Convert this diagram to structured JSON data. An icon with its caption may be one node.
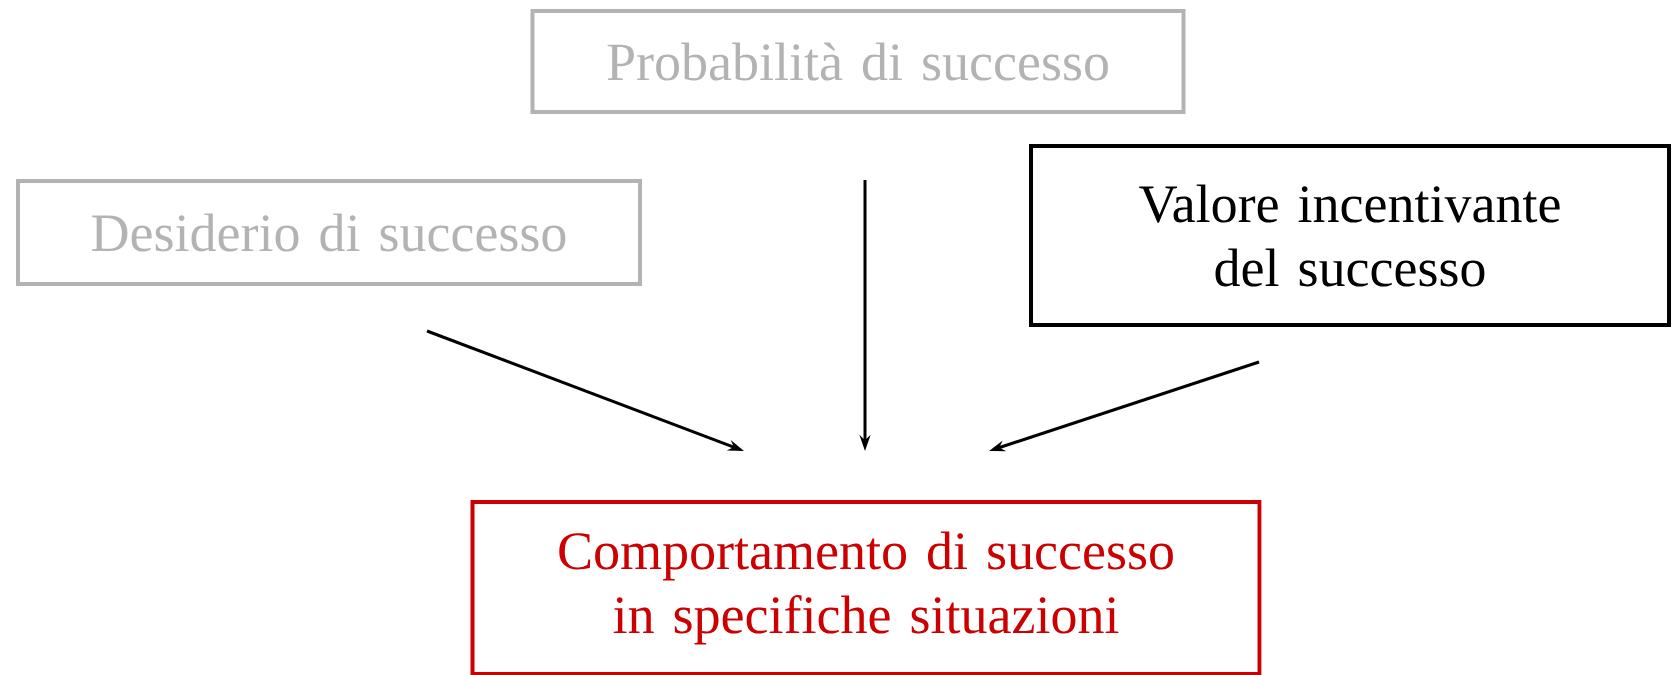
{
  "diagram": {
    "nodes": [
      {
        "text": [
          "Probabilità di successo"
        ]
      },
      {
        "text": [
          "Desiderio di successo"
        ]
      },
      {
        "text": [
          "Valore incentivante del successo"
        ]
      },
      {
        "text": [
          "Comportamento di successo in specifiche situazioni"
        ]
      }
    ],
    "edges": [
      {
        "from": 1,
        "to": 3,
        "arrow": "to"
      },
      {
        "from": 0,
        "to": 3,
        "arrow": "to"
      },
      {
        "from": 2,
        "to": 3,
        "arrow": "to"
      }
    ]
  }
}
